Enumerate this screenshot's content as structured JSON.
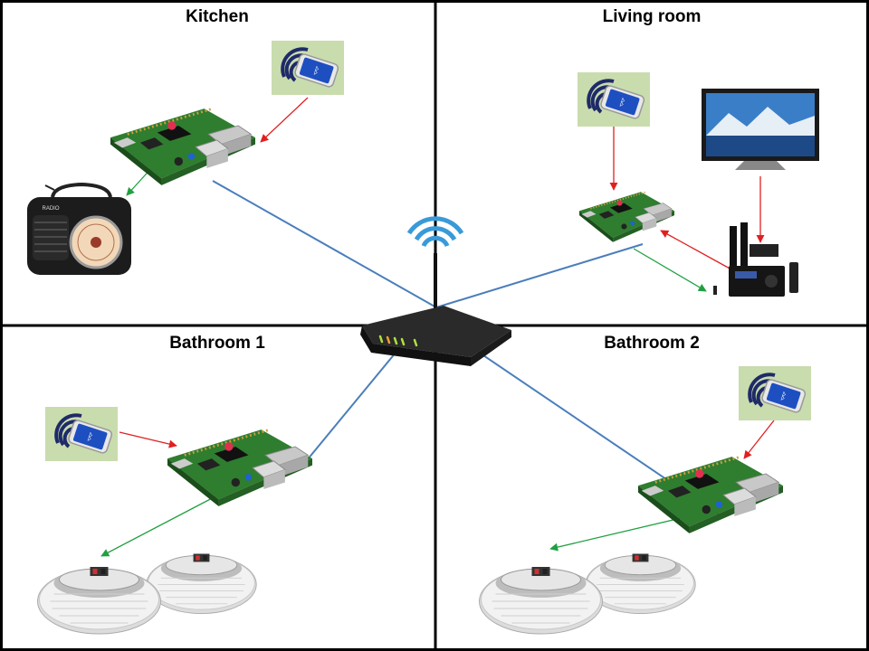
{
  "rooms": {
    "kitchen": {
      "title": "Kitchen"
    },
    "living_room": {
      "title": "Living room"
    },
    "bathroom1": {
      "title": "Bathroom 1"
    },
    "bathroom2": {
      "title": "Bathroom 2"
    }
  },
  "links": {
    "network_color": "#4a7ebb",
    "bluetooth_color": "#e02020",
    "audio_color": "#20a040"
  },
  "icons": {
    "phone": "bluetooth-phone-icon",
    "pi": "raspberry-pi-icon",
    "router": "wifi-router-icon",
    "radio": "radio-icon",
    "speaker": "ceiling-speaker-icon",
    "tv": "tv-icon",
    "receiver": "av-receiver-icon"
  }
}
